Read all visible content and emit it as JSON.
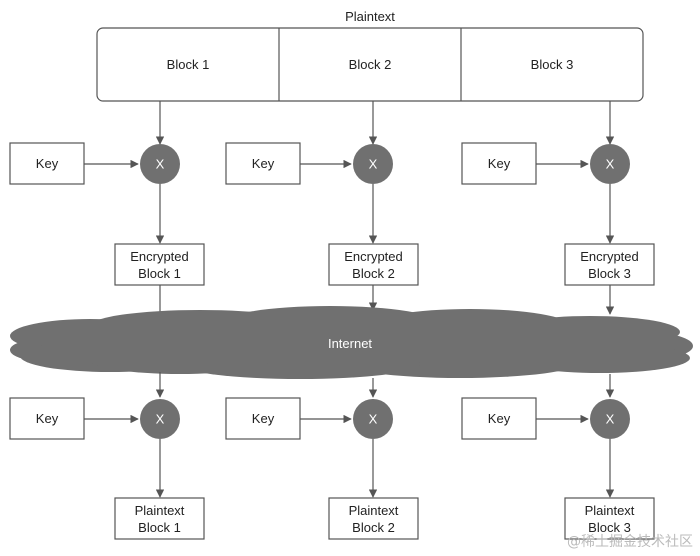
{
  "diagram": {
    "title": "Plaintext",
    "plaintext_blocks": [
      "Block 1",
      "Block 2",
      "Block 3"
    ],
    "key_label": "Key",
    "operator_symbol": "X",
    "encrypted_blocks": [
      {
        "line1": "Encrypted",
        "line2": "Block 1"
      },
      {
        "line1": "Encrypted",
        "line2": "Block 2"
      },
      {
        "line1": "Encrypted",
        "line2": "Block 3"
      }
    ],
    "network_label": "Internet",
    "output_blocks": [
      {
        "line1": "Plaintext",
        "line2": "Block 1"
      },
      {
        "line1": "Plaintext",
        "line2": "Block 2"
      },
      {
        "line1": "Plaintext",
        "line2": "Block 3"
      }
    ],
    "watermark": "@稀土掘金技术社区"
  },
  "colors": {
    "stroke": "#555555",
    "node_fill": "#707070",
    "cloud_fill": "#707070",
    "text": "#222222",
    "watermark": "#bbbbbb"
  }
}
